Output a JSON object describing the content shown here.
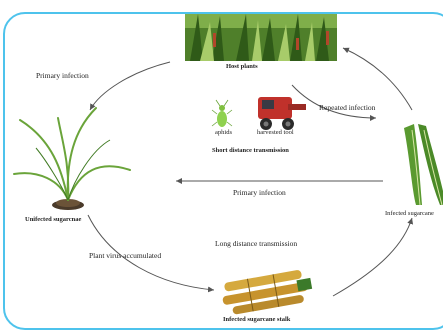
{
  "nodes": {
    "host_plants": "Host plants",
    "uninfected_sugarcane": "Unifected sugarcnae",
    "infected_sugarcane": "Infected sugarcane",
    "infected_stalk": "Infected sugarcane stalk"
  },
  "center": {
    "aphids": "aphids",
    "harvested_tool": "harvested tool",
    "caption": "Short distance transmission"
  },
  "edges": {
    "primary_infection_top": "Primary infection",
    "repeated_infection": "Repeated infection",
    "primary_infection_middle": "Primary infection",
    "long_distance": "Long distance transmission",
    "plant_virus_accumulated": "Plant virus accumulated"
  },
  "colors": {
    "frame": "#4ec3ec",
    "arrow": "#555555",
    "leaf_green": "#6aa43a"
  }
}
